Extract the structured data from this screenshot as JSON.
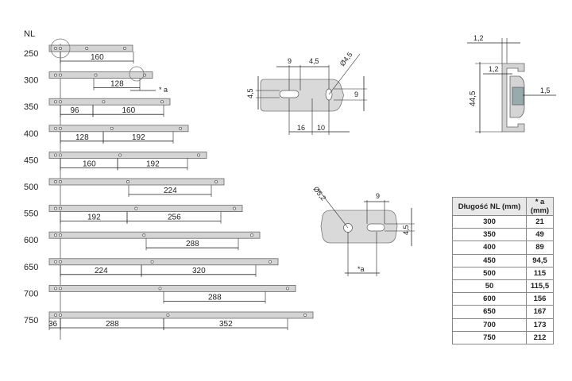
{
  "rails": {
    "header": "NL",
    "items": [
      {
        "nl": "250",
        "dims": [
          "160"
        ]
      },
      {
        "nl": "300",
        "dims": [
          "128"
        ]
      },
      {
        "nl": "350",
        "dims": [
          "96",
          "160"
        ]
      },
      {
        "nl": "400",
        "dims": [
          "128",
          "192"
        ]
      },
      {
        "nl": "450",
        "dims": [
          "160",
          "192"
        ]
      },
      {
        "nl": "500",
        "dims": [
          "224"
        ]
      },
      {
        "nl": "550",
        "dims": [
          "192",
          "256"
        ]
      },
      {
        "nl": "600",
        "dims": [
          "288"
        ]
      },
      {
        "nl": "650",
        "dims": [
          "224",
          "320"
        ]
      },
      {
        "nl": "700",
        "dims": [
          "288"
        ]
      },
      {
        "nl": "750",
        "dims": [
          "36",
          "288",
          "352"
        ]
      }
    ],
    "a_label": "* a"
  },
  "bracket_top": {
    "d1": "9",
    "d2": "4,5",
    "d3": "4,5",
    "d4": "9",
    "d5": "16",
    "d6": "10",
    "hole": "Ø4,5"
  },
  "bracket_bottom": {
    "d1": "9",
    "d2": "4,5",
    "hole": "Ø5,2",
    "a": "*a"
  },
  "profile": {
    "d1": "1,2",
    "d2": "1,2",
    "d3": "44,5",
    "d4": "1,5"
  },
  "table": {
    "headers": [
      "Długość NL (mm)",
      "* a (mm)"
    ],
    "rows": [
      [
        "300",
        "21"
      ],
      [
        "350",
        "49"
      ],
      [
        "400",
        "89"
      ],
      [
        "450",
        "94,5"
      ],
      [
        "500",
        "115"
      ],
      [
        "50",
        "115,5"
      ],
      [
        "600",
        "156"
      ],
      [
        "650",
        "167"
      ],
      [
        "700",
        "173"
      ],
      [
        "750",
        "212"
      ]
    ]
  },
  "colors": {
    "rail": "#d4d4d4",
    "line": "#222222"
  }
}
